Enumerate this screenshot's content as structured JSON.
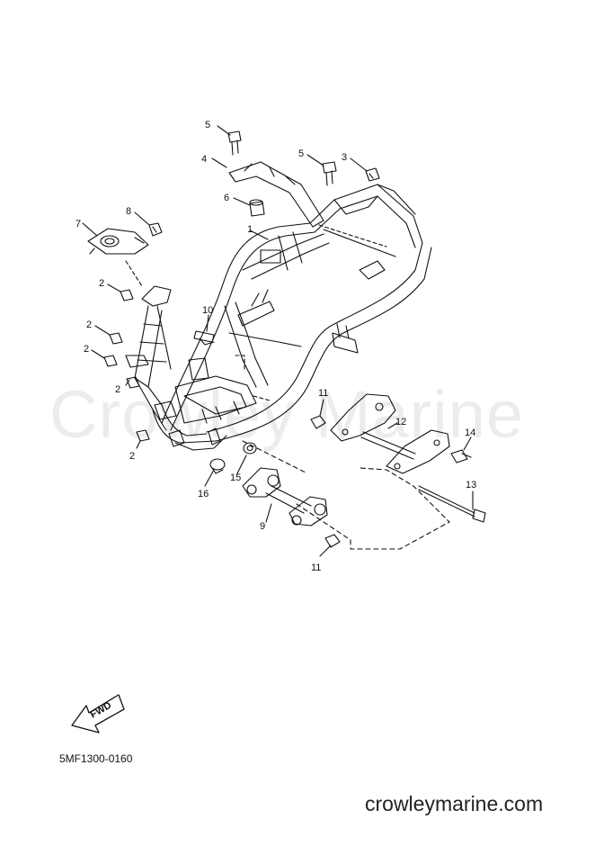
{
  "watermark": "Crowley Marine",
  "diagram_code": "5MF1300-0160",
  "site": "crowleymarine.com",
  "fwd_label": "FWD",
  "callouts": [
    "1",
    "2",
    "2",
    "2",
    "2",
    "2",
    "3",
    "4",
    "5",
    "5",
    "6",
    "7",
    "8",
    "9",
    "10",
    "11",
    "11",
    "12",
    "13",
    "14",
    "15",
    "16"
  ],
  "colors": {
    "line": "#111111",
    "watermark": "#000000"
  }
}
